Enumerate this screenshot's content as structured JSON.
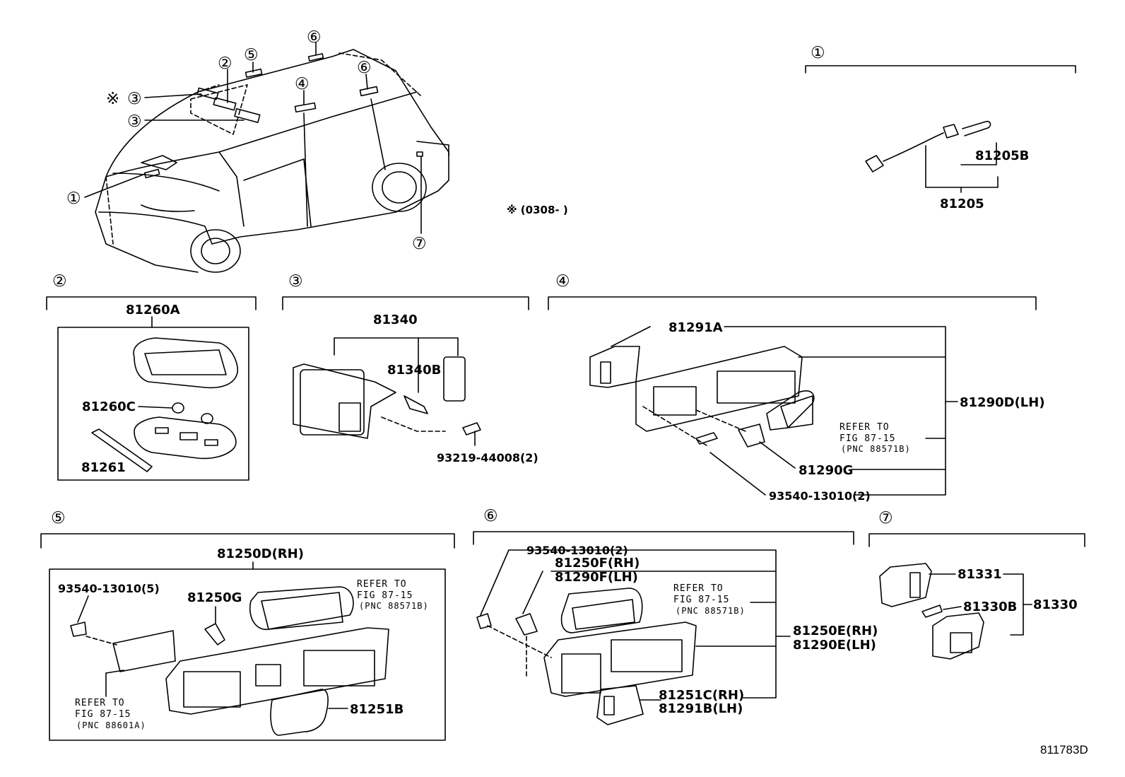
{
  "car": {
    "c1": "①",
    "c2": "②",
    "c3a": "③",
    "c3b": "③",
    "c4": "④",
    "c5": "⑤",
    "c6a": "⑥",
    "c6b": "⑥",
    "c7": "⑦",
    "asterisk": "※",
    "note": "※ (0308-        )"
  },
  "sec1": {
    "title": "①",
    "p1": "81205B",
    "p2": "81205"
  },
  "sec2": {
    "title": "②",
    "p1": "81260A",
    "p2": "81260C",
    "p3": "81261"
  },
  "sec3": {
    "title": "③",
    "p1": "81340",
    "p2": "81340B",
    "p3": "93219-44008(2)"
  },
  "sec4": {
    "title": "④",
    "p1": "81291A",
    "p2": "81290D(LH)",
    "ref1": "REFER TO",
    "ref2": "FIG 87-15",
    "ref3": "(PNC 88571B)",
    "p3": "81290G",
    "p4": "93540-13010(2)"
  },
  "sec5": {
    "title": "⑤",
    "p1": "81250D(RH)",
    "p2": "93540-13010(5)",
    "p3": "81250G",
    "ref1": "REFER TO",
    "ref2": "FIG 87-15",
    "ref3": "(PNC 88571B)",
    "refb1": "REFER TO",
    "refb2": "FIG 87-15",
    "refb3": "(PNC 88601A)",
    "p4": "81251B"
  },
  "sec6": {
    "title": "⑥",
    "p1": "93540-13010(2)",
    "p2": "81250F(RH)",
    "p3": "81290F(LH)",
    "ref1": "REFER TO",
    "ref2": "FIG 87-15",
    "ref3": "(PNC 88571B)",
    "p4": "81250E(RH)",
    "p5": "81290E(LH)",
    "p6": "81251C(RH)",
    "p7": "81291B(LH)"
  },
  "sec7": {
    "title": "⑦",
    "p1": "81331",
    "p2": "81330B",
    "p3": "81330"
  },
  "figure_code": "811783D"
}
